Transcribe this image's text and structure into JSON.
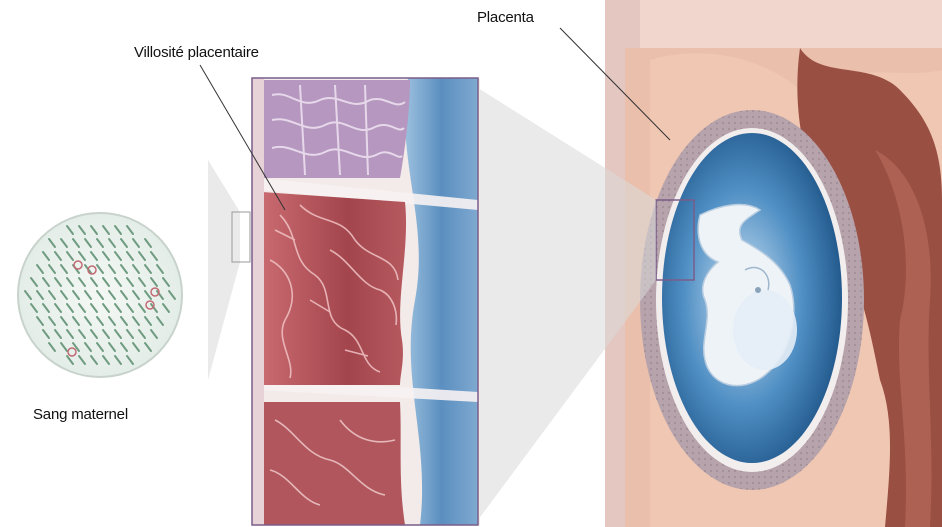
{
  "labels": {
    "placenta": "Placenta",
    "villosite": "Villosité placentaire",
    "sang": "Sang maternel"
  },
  "colors": {
    "uterus_dark": "#9a4f43",
    "uterus_light": "#efc3b0",
    "placenta_ring": "#b7a3ab",
    "amniotic_deep": "#1f5f93",
    "amniotic_light": "#c9dff0",
    "embryo": "#eef3f8",
    "villi_red": "#a6464b",
    "villi_purple": "#a88bb3",
    "blood_band": "#5a8fbd",
    "callout_frame": "#7a5d8a"
  }
}
